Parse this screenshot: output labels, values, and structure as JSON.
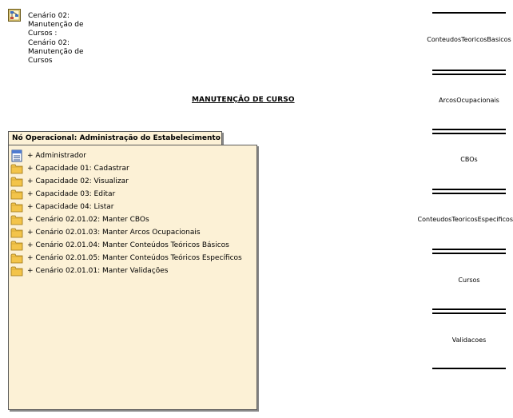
{
  "scenario": {
    "icon": "scenario-diagram-icon",
    "lines": [
      "Cenário 02:",
      "Manutenção de",
      "Cursos :",
      "Cenário 02:",
      "Manutenção de",
      "Cursos"
    ]
  },
  "diagram_title": "MANUTENÇÃO DE CURSO",
  "package": {
    "name": "Nó Operacional: Administração do Estabelecimento",
    "fill_color": "#fcf1d6",
    "items": [
      {
        "icon": "class-icon",
        "label": "+ Administrador"
      },
      {
        "icon": "folder-icon",
        "label": "+ Capacidade 01: Cadastrar"
      },
      {
        "icon": "folder-icon",
        "label": "+ Capacidade 02: Visualizar"
      },
      {
        "icon": "folder-icon",
        "label": "+ Capacidade 03: Editar"
      },
      {
        "icon": "folder-icon",
        "label": "+ Capacidade 04: Listar"
      },
      {
        "icon": "folder-icon",
        "label": "+ Cenário 02.01.02: Manter CBOs"
      },
      {
        "icon": "folder-icon",
        "label": "+ Cenário 02.01.03: Manter Arcos Ocupacionais"
      },
      {
        "icon": "folder-icon",
        "label": "+ Cenário 02.01.04: Manter Conteúdos Teóricos Básicos"
      },
      {
        "icon": "folder-icon",
        "label": "+ Cenário 02.01.05: Manter Conteúdos Teóricos Específicos"
      },
      {
        "icon": "folder-icon",
        "label": "+ Cenário 02.01.01: Manter Validações"
      }
    ]
  },
  "entities": [
    {
      "label": "ConteudosTeoricosBasicos"
    },
    {
      "label": "ArcosOcupacionais"
    },
    {
      "label": "CBOs"
    },
    {
      "label": "ConteudosTeoricosEspecificos"
    },
    {
      "label": "Cursos"
    },
    {
      "label": "Validacoes"
    }
  ]
}
